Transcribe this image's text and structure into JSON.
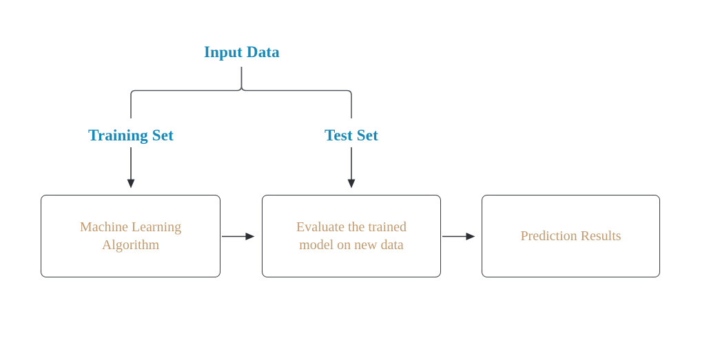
{
  "diagram": {
    "title": "Input Data",
    "branches": [
      {
        "label": "Training Set"
      },
      {
        "label": "Test Set"
      }
    ],
    "nodes": [
      {
        "label": "Machine Learning Algorithm"
      },
      {
        "label": "Evaluate the trained model on new data"
      },
      {
        "label": "Prediction Results"
      }
    ],
    "flow": [
      "Input Data -> Training Set",
      "Input Data -> Test Set",
      "Training Set -> Machine Learning Algorithm",
      "Test Set -> Evaluate the trained model on new data",
      "Machine Learning Algorithm -> Evaluate the trained model on new data",
      "Evaluate the trained model on new data -> Prediction Results"
    ],
    "colors": {
      "label_text": "#1689b9",
      "node_text": "#c39a6e",
      "connector_line": "#55585e",
      "arrow_line": "#34383d",
      "node_border": "#36393f",
      "background": "#ffffff"
    }
  }
}
